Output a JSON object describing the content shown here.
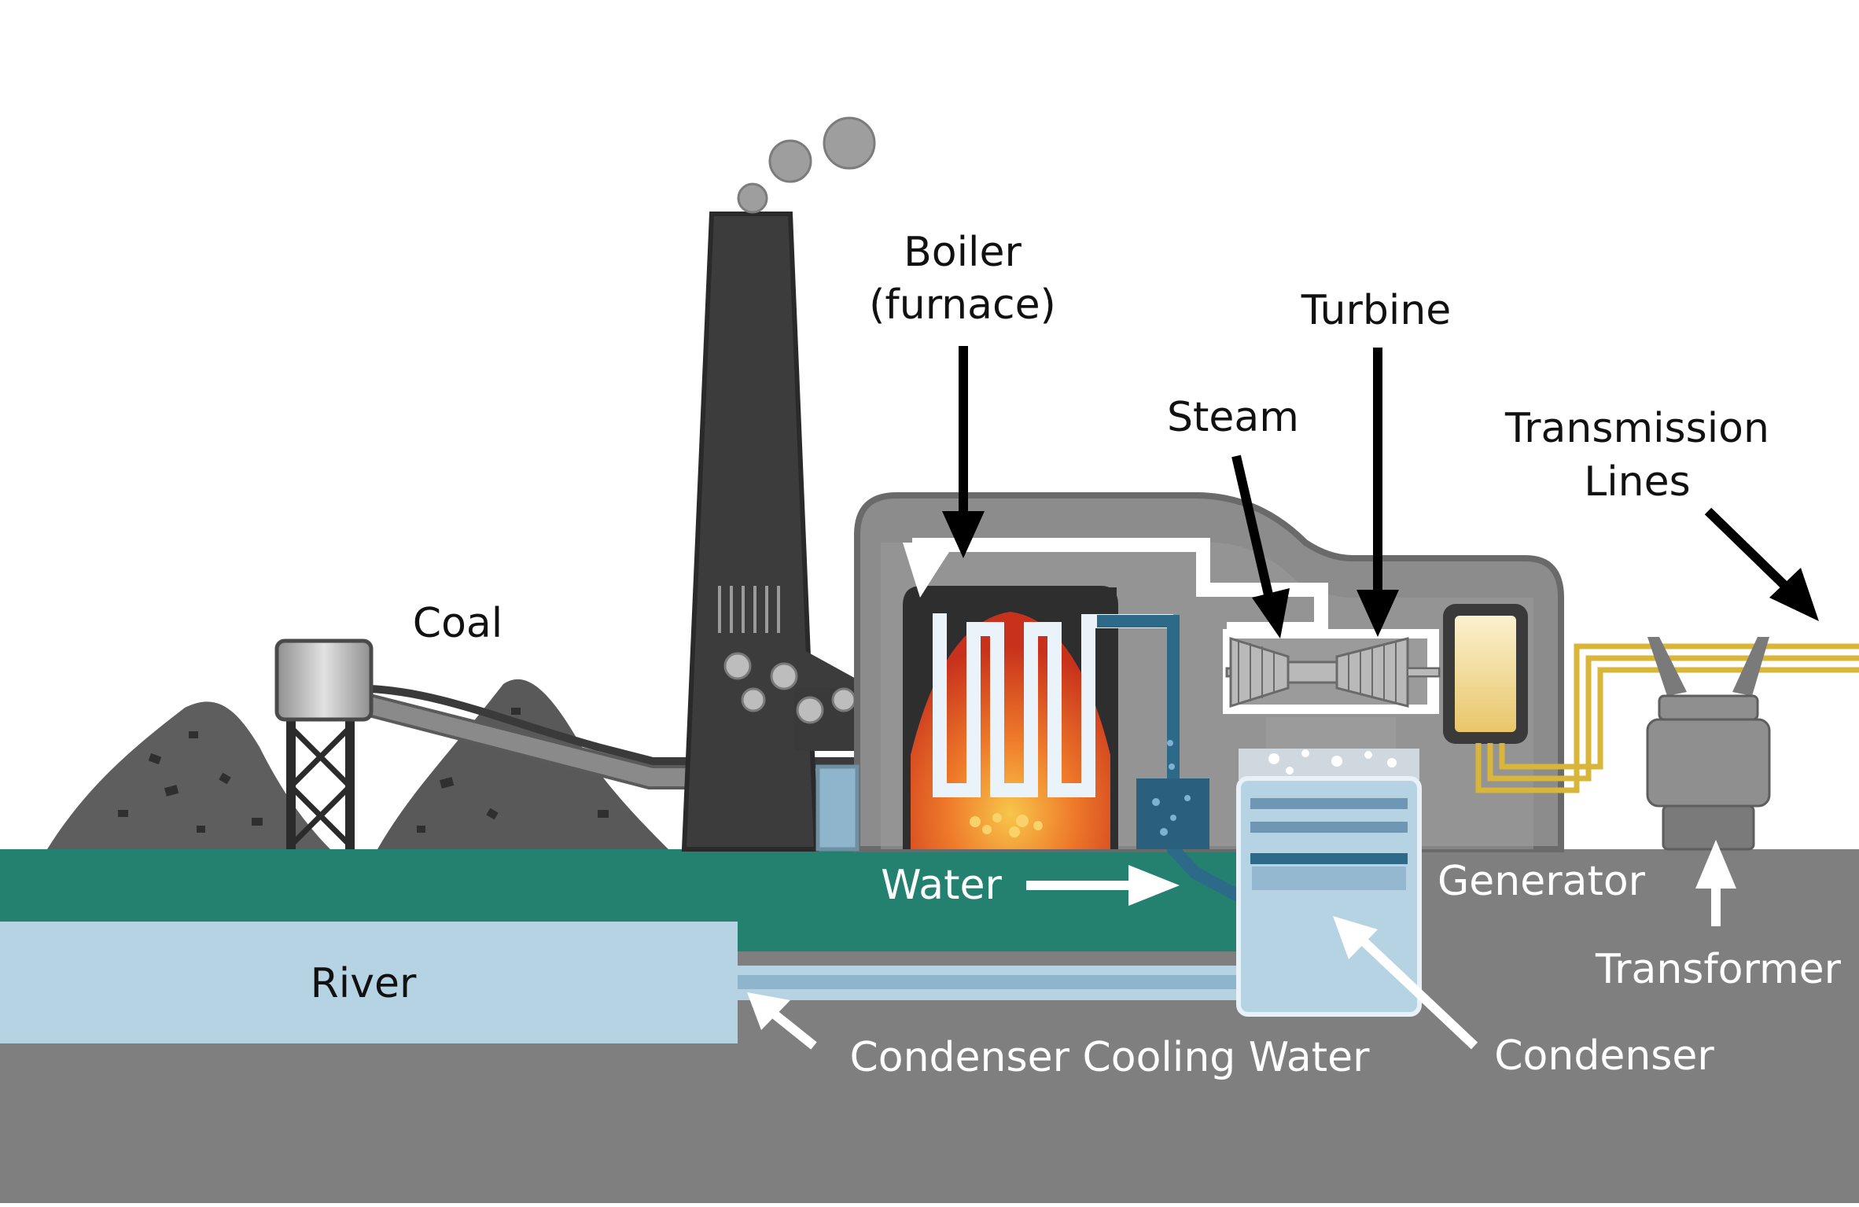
{
  "labels": {
    "coal": "Coal",
    "boiler_line1": "Boiler",
    "boiler_line2": "(furnace)",
    "turbine": "Turbine",
    "steam": "Steam",
    "transmission_line1": "Transmission",
    "transmission_line2": "Lines",
    "water": "Water",
    "generator": "Generator",
    "river": "River",
    "transformer": "Transformer",
    "condenser_cooling_water": "Condenser Cooling Water",
    "condenser": "Condenser"
  },
  "colors": {
    "ground": "#7f7f7f",
    "green_band": "#24806f",
    "river": "#b6d3e3",
    "building": "#8c8c8c",
    "chimney": "#3a3a3a",
    "steam_pipe": "#ffffff",
    "water_pipe": "#2d6a8a",
    "fire_outer": "#d2401d",
    "fire_inner": "#f6a33a",
    "generator_core": "#f3deaa",
    "transmission_wire": "#d9b53a"
  }
}
